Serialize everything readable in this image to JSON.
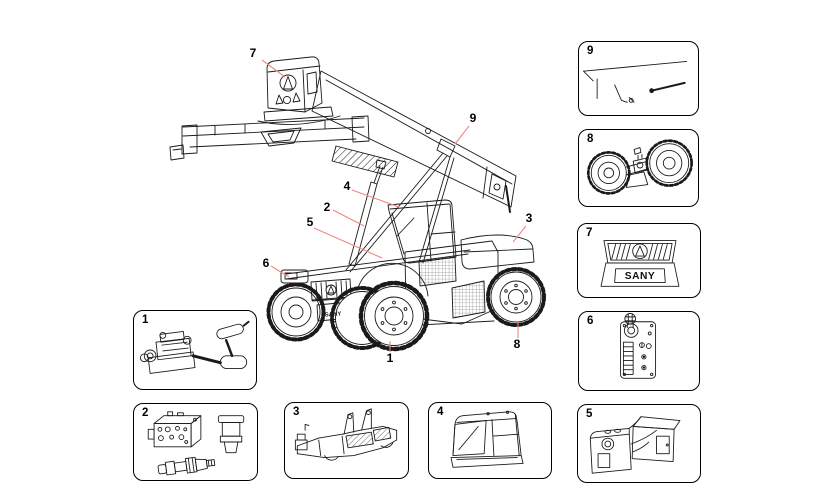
{
  "colors": {
    "background": "#ffffff",
    "line": "#1a1a1a",
    "leader": "#f08880",
    "text": "#000000"
  },
  "main_diagram": {
    "description_icon": "reach-stacker-line-drawing",
    "front_plate_text": "SANY",
    "callouts": [
      {
        "label": "1"
      },
      {
        "label": "2"
      },
      {
        "label": "3"
      },
      {
        "label": "4"
      },
      {
        "label": "5"
      },
      {
        "label": "6"
      },
      {
        "label": "7"
      },
      {
        "label": "8"
      },
      {
        "label": "9"
      }
    ]
  },
  "detail_boxes": [
    {
      "label": "1",
      "part": "engine-assembly"
    },
    {
      "label": "2",
      "part": "hydraulic-valve-parts"
    },
    {
      "label": "3",
      "part": "chassis-frame"
    },
    {
      "label": "4",
      "part": "operator-cab"
    },
    {
      "label": "5",
      "part": "tank-assembly"
    },
    {
      "label": "6",
      "part": "control-panel"
    },
    {
      "label": "7",
      "part": "front-grille-logo",
      "plate_text": "SANY"
    },
    {
      "label": "8",
      "part": "steering-axle"
    },
    {
      "label": "9",
      "part": "trim-and-rod-parts"
    }
  ]
}
